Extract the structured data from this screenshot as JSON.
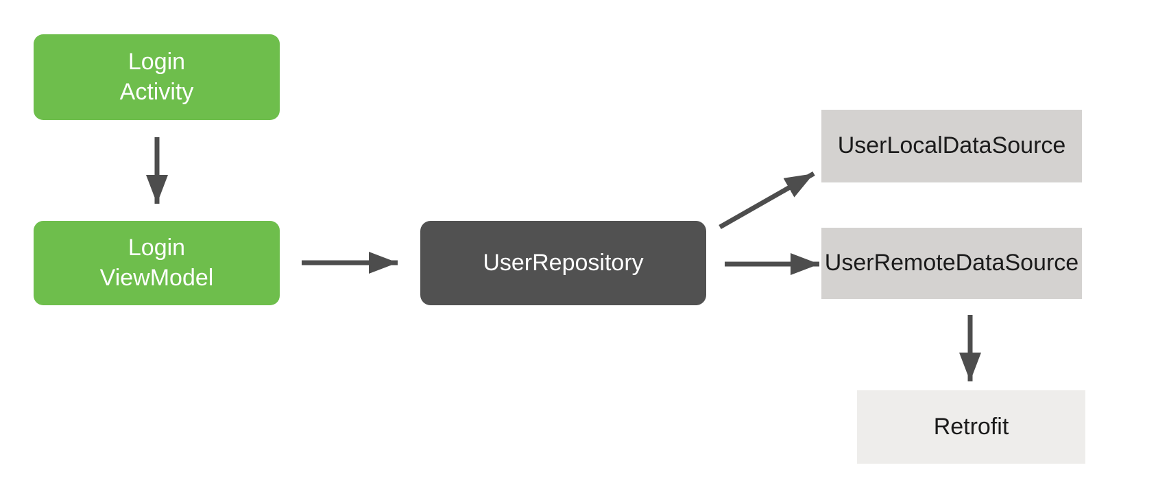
{
  "diagram": {
    "nodes": [
      {
        "id": "login-activity",
        "label": "Login\nActivity",
        "style": "green"
      },
      {
        "id": "login-viewmodel",
        "label": "Login\nViewModel",
        "style": "green"
      },
      {
        "id": "user-repository",
        "label": "UserRepository",
        "style": "dark"
      },
      {
        "id": "user-local-data-source",
        "label": "UserLocalDataSource",
        "style": "light"
      },
      {
        "id": "user-remote-data-source",
        "label": "UserRemoteDataSource",
        "style": "light"
      },
      {
        "id": "retrofit",
        "label": "Retrofit",
        "style": "lighter"
      }
    ],
    "edges": [
      {
        "from": "login-activity",
        "to": "login-viewmodel",
        "direction": "down"
      },
      {
        "from": "login-viewmodel",
        "to": "user-repository",
        "direction": "right"
      },
      {
        "from": "user-repository",
        "to": "user-local-data-source",
        "direction": "diagonal-up-right"
      },
      {
        "from": "user-repository",
        "to": "user-remote-data-source",
        "direction": "right"
      },
      {
        "from": "user-remote-data-source",
        "to": "retrofit",
        "direction": "down"
      }
    ],
    "colors": {
      "green": "#6EBE4C",
      "dark_gray": "#515151",
      "light_gray": "#D4D2D0",
      "lighter_gray": "#EEEDEB",
      "arrow": "#4D4D4D",
      "text_on_color": "#FFFFFF",
      "text_on_gray": "#1B1B1B",
      "background": "#FFFFFF"
    }
  }
}
